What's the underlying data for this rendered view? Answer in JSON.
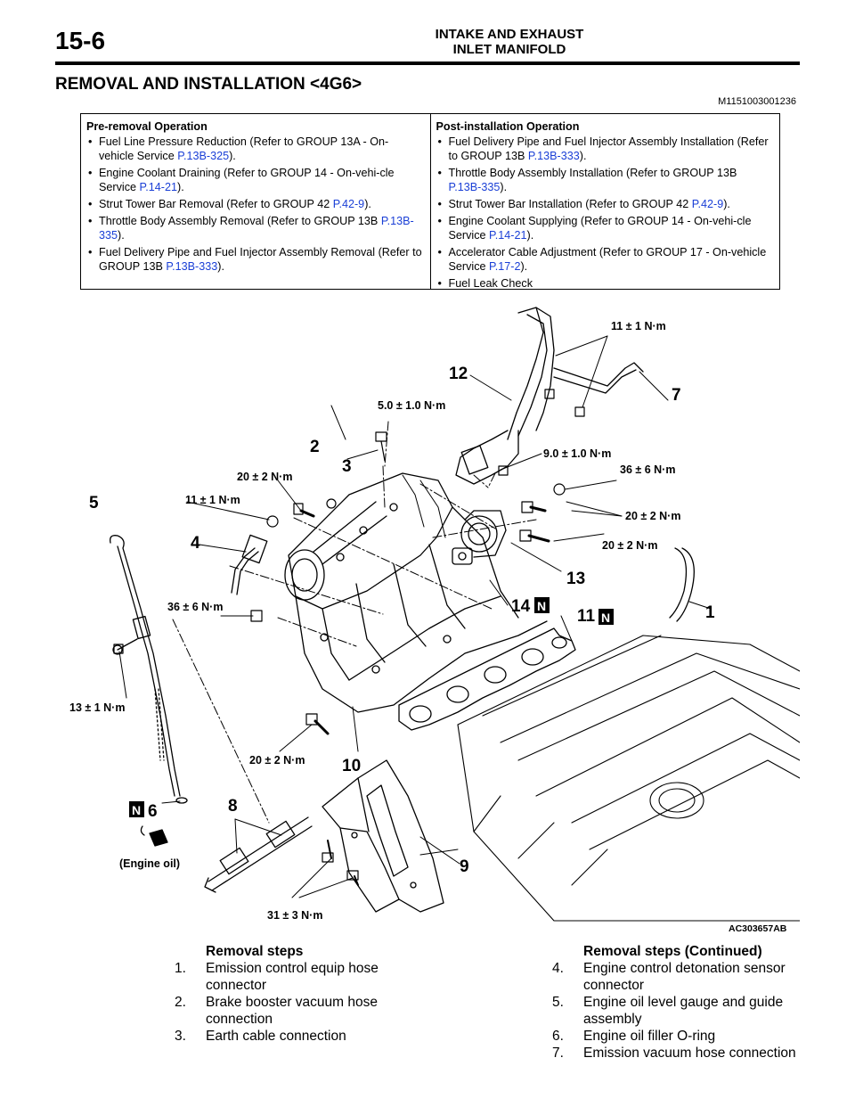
{
  "header": {
    "page_number": "15-6",
    "section": "INTAKE AND EXHAUST",
    "subsection": "INLET MANIFOLD"
  },
  "heading": "REMOVAL AND INSTALLATION <4G6>",
  "doc_code": "M1151003001236",
  "pre_removal": {
    "title": "Pre-removal Operation",
    "items": [
      {
        "text": "Fuel Line Pressure Reduction (Refer to GROUP 13A - On-vehicle Service ",
        "ref": "P.13B-325",
        "tail": ")."
      },
      {
        "text": "Engine Coolant Draining (Refer to GROUP 14 - On-vehi-cle Service ",
        "ref": "P.14-21",
        "tail": ")."
      },
      {
        "text": "Strut Tower Bar Removal (Refer to GROUP 42 ",
        "ref": "P.42-9",
        "tail": ")."
      },
      {
        "text": "Throttle Body Assembly Removal (Refer to GROUP 13B ",
        "ref": "P.13B-335",
        "tail": ")."
      },
      {
        "text": "Fuel Delivery Pipe and Fuel Injector Assembly Removal (Refer to GROUP 13B ",
        "ref": "P.13B-333",
        "tail": ")."
      }
    ]
  },
  "post_installation": {
    "title": "Post-installation Operation",
    "items": [
      {
        "text": "Fuel Delivery Pipe and Fuel Injector Assembly Installation (Refer to GROUP 13B ",
        "ref": "P.13B-333",
        "tail": ")."
      },
      {
        "text": "Throttle Body Assembly Installation (Refer to GROUP 13B ",
        "ref": "P.13B-335",
        "tail": ")."
      },
      {
        "text": "Strut Tower Bar Installation (Refer to GROUP 42 ",
        "ref": "P.42-9",
        "tail": ")."
      },
      {
        "text": "Engine Coolant Supplying (Refer to GROUP 14 - On-vehi-cle Service ",
        "ref": "P.14-21",
        "tail": ")."
      },
      {
        "text": "Accelerator Cable Adjustment (Refer to GROUP 17 - On-vehicle Service ",
        "ref": "P.17-2",
        "tail": ")."
      },
      {
        "text": "Fuel Leak Check",
        "ref": "",
        "tail": ""
      }
    ]
  },
  "diagram": {
    "code": "AC303657AB",
    "engine_oil": "(Engine oil)",
    "new_part_mark": "N",
    "torques": {
      "t11_top": "11 ± 1 N·m",
      "t5": "5.0 ± 1.0 N·m",
      "t9": "9.0 ± 1.0 N·m",
      "t36_right": "36 ± 6 N·m",
      "t20_r1": "20 ± 2 N·m",
      "t20_r2": "20 ± 2 N·m",
      "t20_top": "20 ± 2 N·m",
      "t11_left": "11 ± 1 N·m",
      "t36_left": "36 ± 6 N·m",
      "t13": "13 ± 1 N·m",
      "t20_bottom": "20 ± 2 N·m",
      "t31": "31 ± 3 N·m"
    },
    "callouts": [
      "1",
      "2",
      "3",
      "4",
      "5",
      "6",
      "7",
      "8",
      "9",
      "10",
      "11",
      "12",
      "13",
      "14"
    ]
  },
  "removal_steps": {
    "title": "Removal steps",
    "items": [
      {
        "n": "1.",
        "text": "Emission control equip hose connector"
      },
      {
        "n": "2.",
        "text": "Brake booster vacuum hose connection"
      },
      {
        "n": "3.",
        "text": "Earth cable connection"
      }
    ]
  },
  "removal_steps_continued": {
    "title": "Removal steps (Continued)",
    "items": [
      {
        "n": "4.",
        "text": "Engine control detonation sensor connector"
      },
      {
        "n": "5.",
        "text": "Engine oil level gauge and guide assembly"
      },
      {
        "n": "6.",
        "text": "Engine oil filler O-ring"
      },
      {
        "n": "7.",
        "text": "Emission vacuum hose connection"
      }
    ]
  }
}
